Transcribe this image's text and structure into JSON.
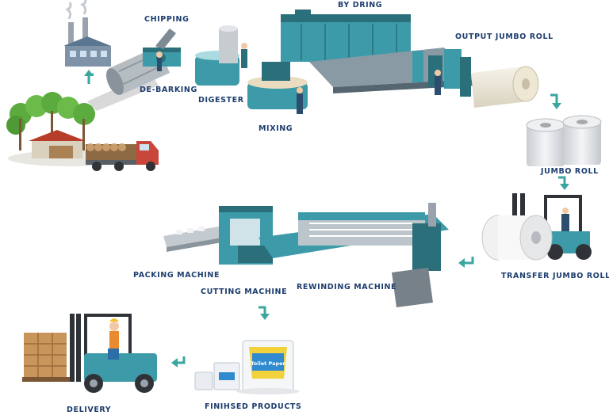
{
  "labels": {
    "chipping": "CHIPPING",
    "drying": "BY DRING",
    "output_jumbo_roll": "OUTPUT JUMBO ROLL",
    "debarking": "DE-BARKING",
    "digester": "DIGESTER",
    "mixing": "MIXING",
    "jumbo_roll": "JUMBO ROLL",
    "transfer_jumbo_roll": "TRANSFER JUMBO ROLL",
    "packing_machine": "PACKING MACHINE",
    "rewinding_machine": "REWINDING MACHINE",
    "cutting_machine": "CUTTING MACHINE",
    "finished_products": "FINIHSED PRODUCTS",
    "delivery": "DELIVERY"
  },
  "package_text": "Toilet Paper",
  "colors": {
    "label": "#1d3d6e",
    "machine": "#3d9aa8",
    "machine_dark": "#2a6f7a",
    "arrow": "#3aa6a0",
    "tree": "#5cab3e"
  }
}
